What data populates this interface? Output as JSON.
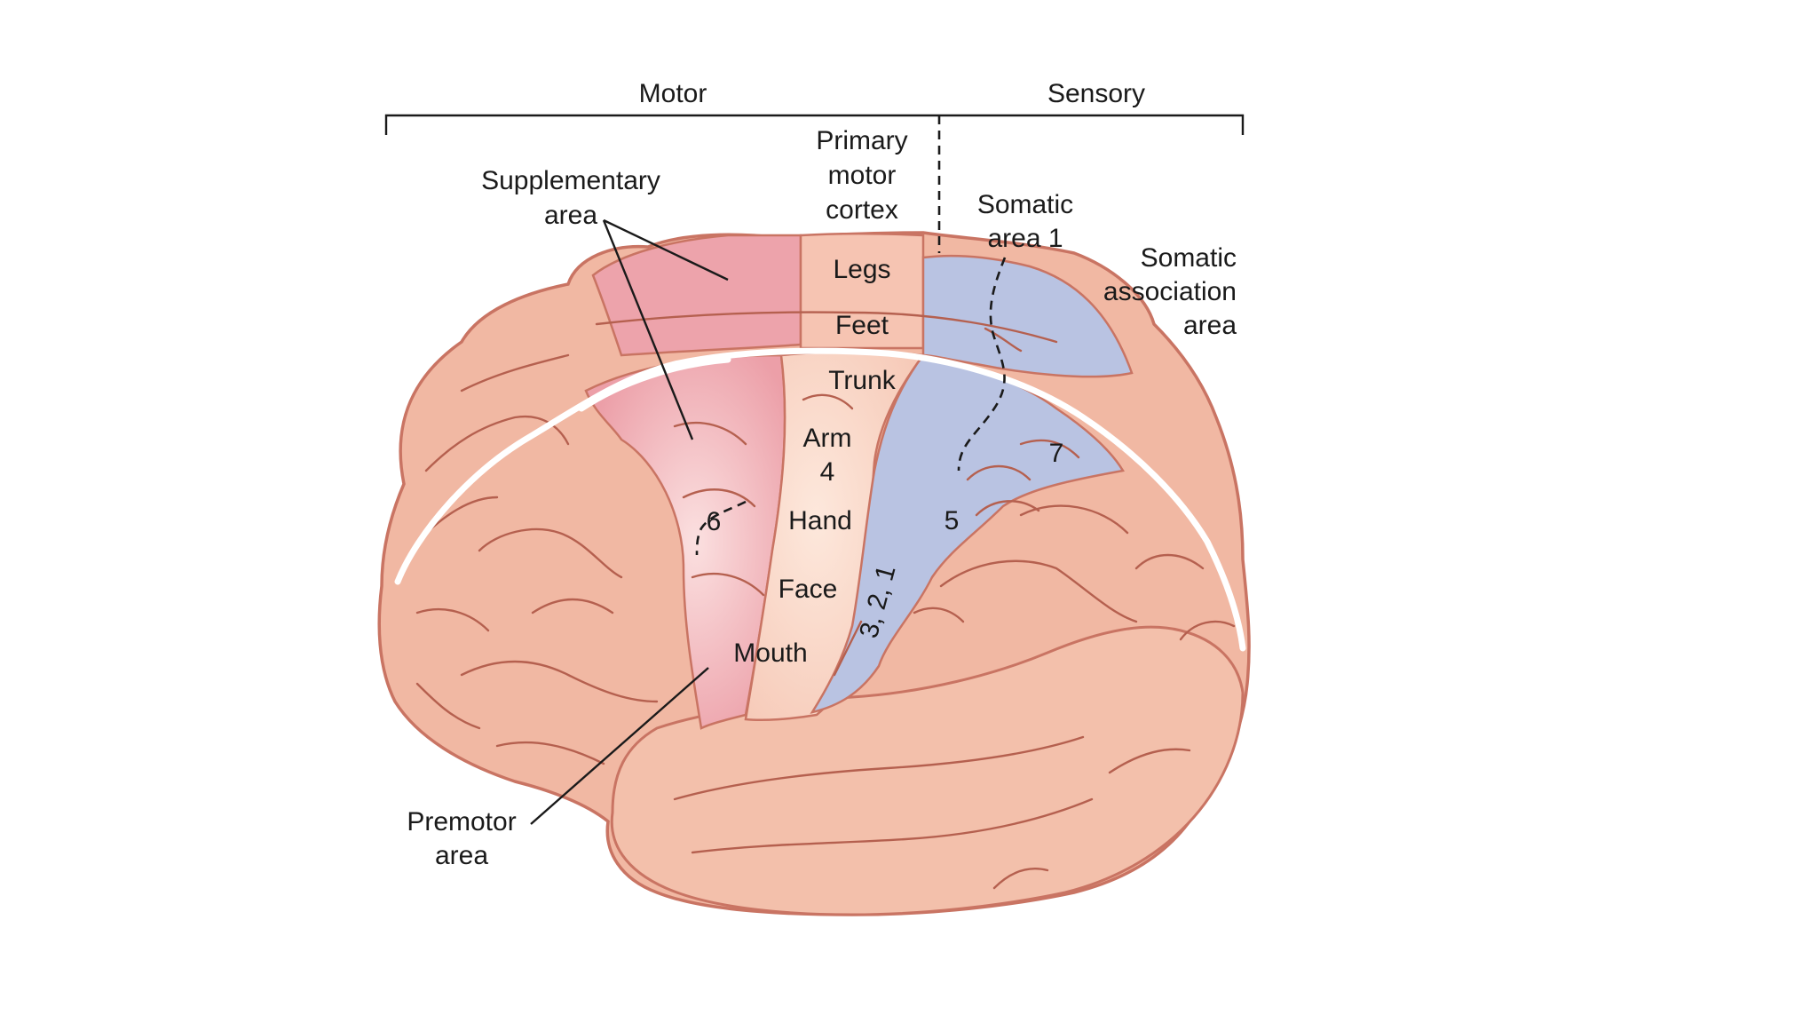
{
  "header": {
    "motor": "Motor",
    "sensory": "Sensory"
  },
  "labels": {
    "supplementary_area": [
      "Supplementary",
      "area"
    ],
    "primary_motor_cortex": [
      "Primary",
      "motor",
      "cortex"
    ],
    "somatic_area_1": [
      "Somatic",
      "area 1"
    ],
    "somatic_association_area": [
      "Somatic",
      "association",
      "area"
    ],
    "premotor_area": [
      "Premotor",
      "area"
    ]
  },
  "body_regions": {
    "legs": "Legs",
    "feet": "Feet",
    "trunk": "Trunk",
    "arm": "Arm",
    "hand": "Hand",
    "face": "Face",
    "mouth": "Mouth"
  },
  "brodmann": {
    "area_4": "4",
    "area_6": "6",
    "area_5": "5",
    "area_7": "7",
    "area_321": "3, 2, 1"
  },
  "colors": {
    "brain": "#f1b8a3",
    "brain_outline": "#c97463",
    "motor_region": "#eda3ab",
    "premotor_region": "#f3b7bd",
    "primary_motor": "#f7d2c4",
    "sensory_region": "#b9c3e2"
  }
}
